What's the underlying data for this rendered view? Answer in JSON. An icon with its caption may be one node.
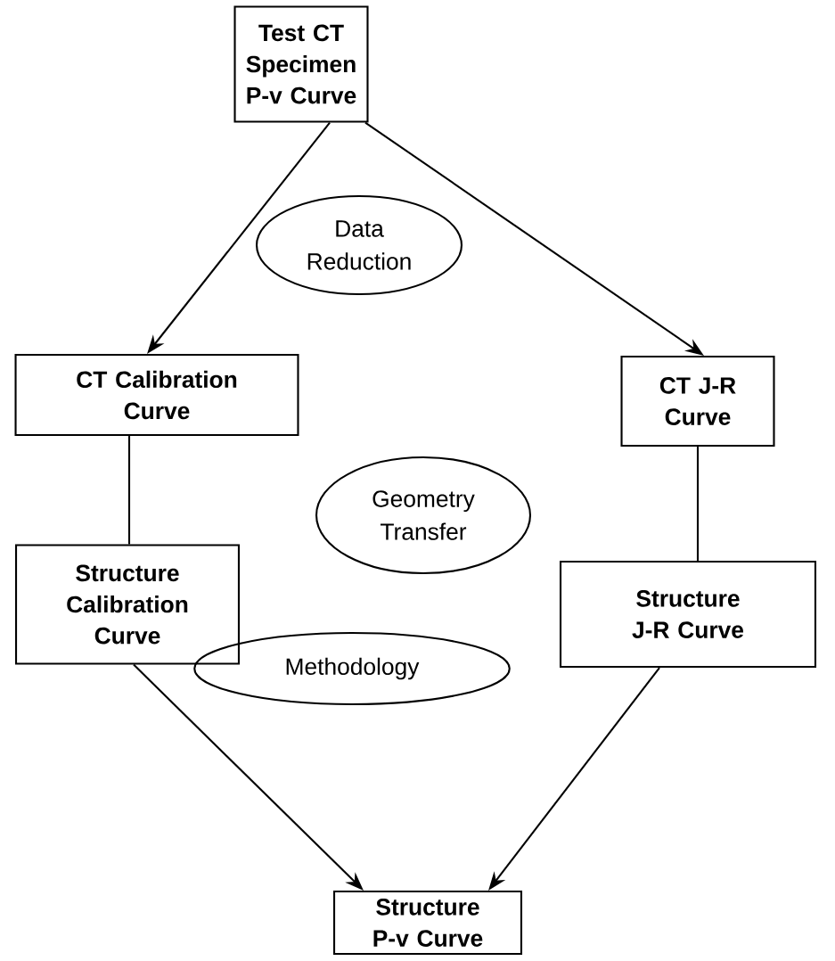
{
  "diagram": {
    "nodes": [
      {
        "text": [
          "Test CT Specimen P-v Curve"
        ]
      },
      {
        "text": [
          "Data Reduction"
        ]
      },
      {
        "text": [
          "CT Calibration Curve"
        ]
      },
      {
        "text": [
          "CT J-R Curve"
        ]
      },
      {
        "text": [
          "Geometry Transfer"
        ]
      },
      {
        "text": [
          "Structure Calibration Curve"
        ]
      },
      {
        "text": [
          "Structure J-R Curve"
        ]
      },
      {
        "text": [
          "Methodology"
        ]
      },
      {
        "text": [
          "Structure P-v Curve"
        ]
      }
    ],
    "edges": [
      {
        "from": 0,
        "to": 2,
        "arrow": "to"
      },
      {
        "from": 0,
        "to": 3,
        "arrow": "to"
      },
      {
        "from": 2,
        "to": 5,
        "arrow": "none"
      },
      {
        "from": 3,
        "to": 6,
        "arrow": "none"
      },
      {
        "from": 5,
        "to": 8,
        "arrow": "to"
      },
      {
        "from": 6,
        "to": 8,
        "arrow": "to"
      }
    ]
  }
}
